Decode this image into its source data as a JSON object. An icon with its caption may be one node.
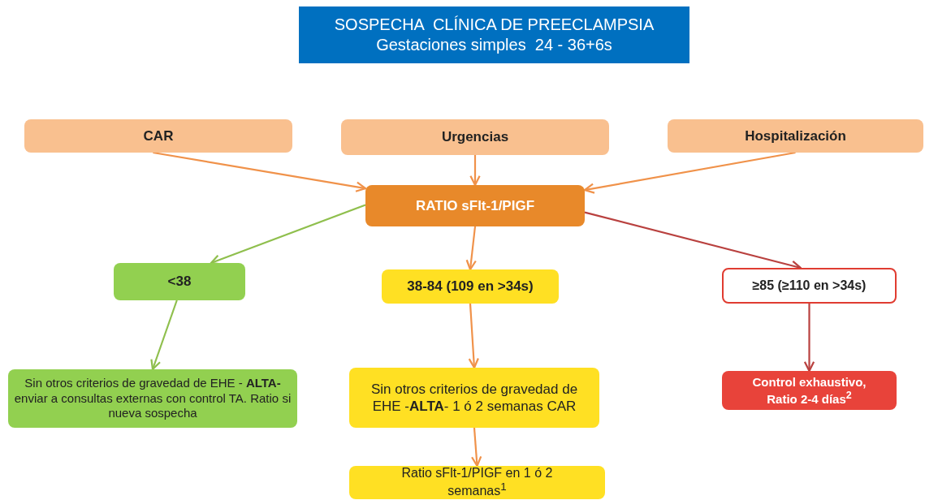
{
  "diagram": {
    "nodes": [
      {
        "text": [
          "SOSPECHA  CLÍNICA DE PREECLAMPSIA",
          "Gestaciones simples  24 - 36+6s"
        ]
      },
      {
        "text": [
          "CAR"
        ]
      },
      {
        "text": [
          "Urgencias"
        ]
      },
      {
        "text": [
          "Hospitalización"
        ]
      },
      {
        "text": [
          "RATIO sFlt-1/PIGF"
        ]
      },
      {
        "text": [
          "<38"
        ]
      },
      {
        "text": [
          "38-84 (109 en >34s)"
        ]
      },
      {
        "text": [
          "≥85 (≥110 en >34s)"
        ]
      },
      {
        "text": [
          "Sin otros criterios de gravedad de EHE - **ALTA-**  enviar a consultas externas con control TA. Ratio si nueva sospecha"
        ]
      },
      {
        "text": [
          "Sin otros criterios de gravedad de EHE -**ALTA**- 1 ó 2 semanas CAR"
        ]
      },
      {
        "text": [
          "Control exhaustivo, Ratio 2-4 días$^{2}$"
        ]
      },
      {
        "text": [
          "Ratio sFlt-1/PIGF en 1 ó 2 semanas$^{1}$"
        ]
      }
    ],
    "edges": [
      {
        "from": 1,
        "to": 4,
        "arrow": "to"
      },
      {
        "from": 2,
        "to": 4,
        "arrow": "to"
      },
      {
        "from": 3,
        "to": 4,
        "arrow": "to"
      },
      {
        "from": 4,
        "to": 5,
        "arrow": "to",
        "color": "#8fbf4d"
      },
      {
        "from": 4,
        "to": 6,
        "arrow": "to"
      },
      {
        "from": 4,
        "to": 7,
        "arrow": "to",
        "color": "#b9413f"
      },
      {
        "from": 5,
        "to": 8,
        "arrow": "to",
        "color": "#8fbf4d"
      },
      {
        "from": 6,
        "to": 9,
        "arrow": "to"
      },
      {
        "from": 7,
        "to": 10,
        "arrow": "to",
        "color": "#b9413f"
      },
      {
        "from": 9,
        "to": 11,
        "arrow": "to"
      }
    ]
  }
}
